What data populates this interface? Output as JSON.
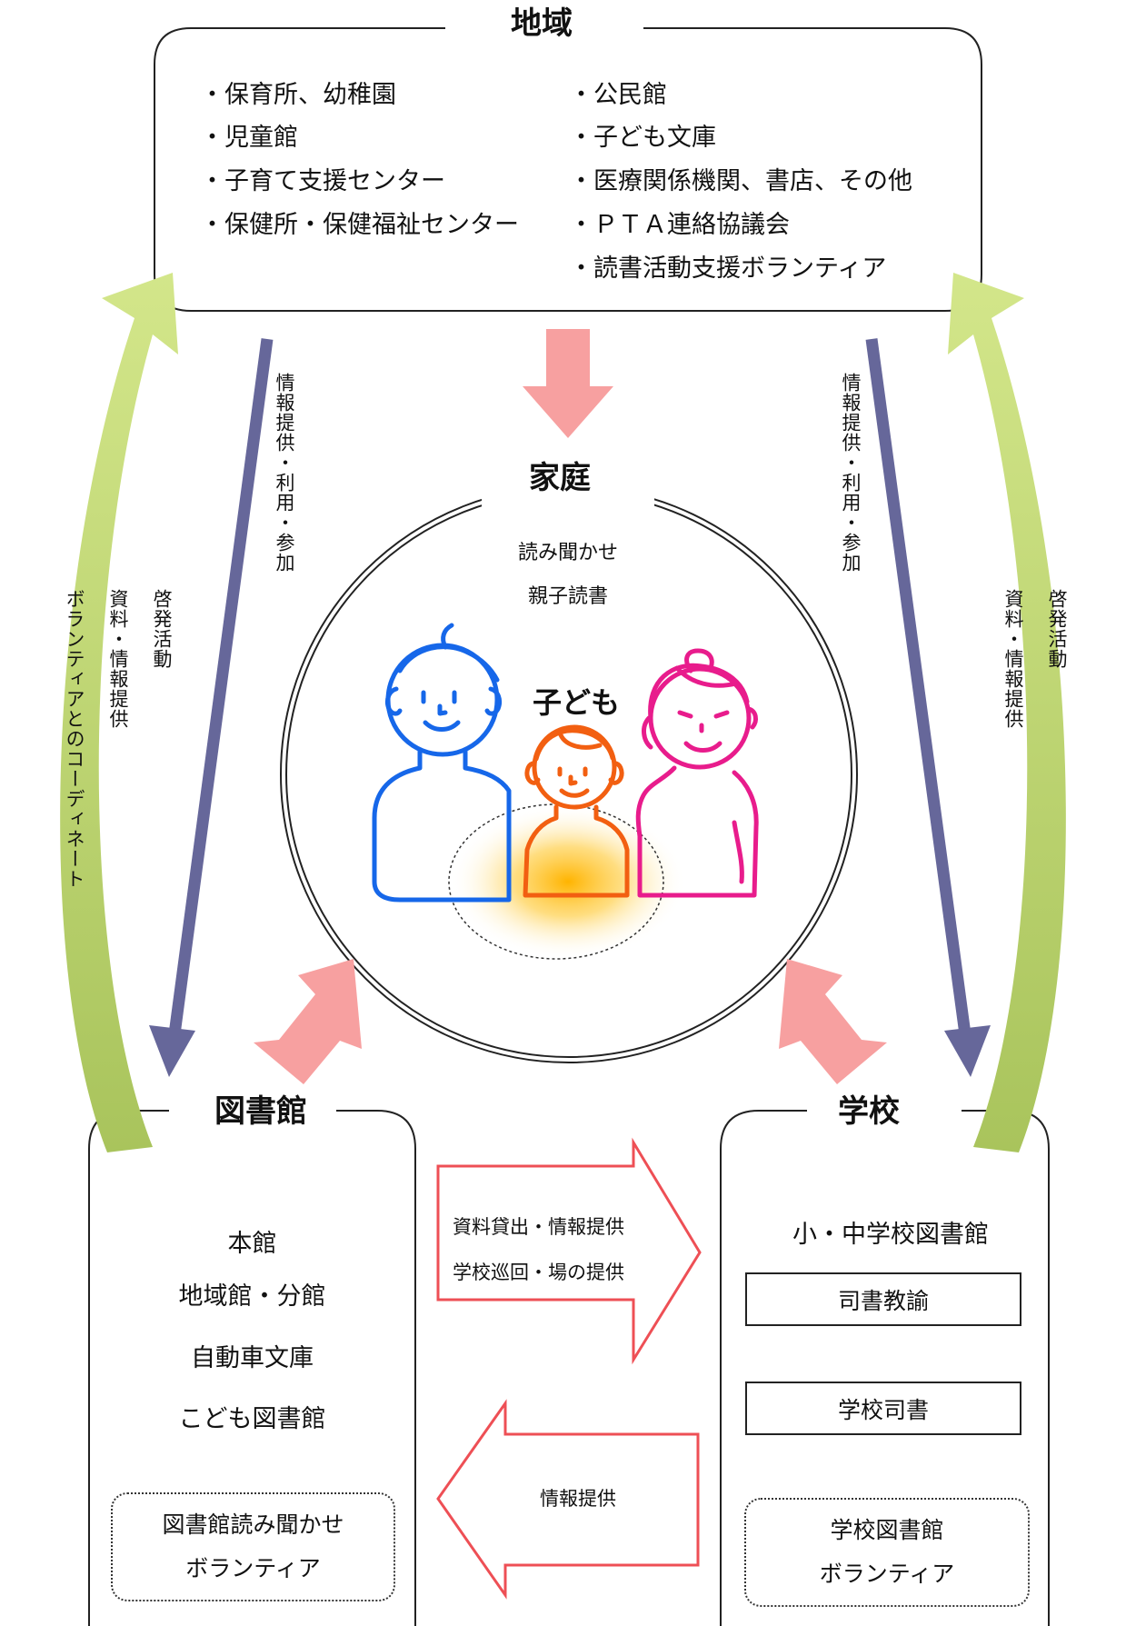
{
  "community": {
    "title": "地域",
    "left_items": [
      "・保育所、幼稚園",
      "・児童館",
      "・子育て支援センター",
      "・保健所・保健福祉センター"
    ],
    "right_items": [
      "・公民館",
      "・子ども文庫",
      "・医療関係機関、書店、その他",
      "・ＰＴＡ連絡協議会",
      "・読書活動支援ボランティア"
    ]
  },
  "home": {
    "title": "家庭",
    "activities": [
      "読み聞かせ",
      "親子読書"
    ],
    "child_label": "子ども"
  },
  "library": {
    "title": "図書館",
    "items": [
      "本館",
      "地域館・分館",
      "自動車文庫",
      "こども図書館"
    ],
    "volunteer_line1": "図書館読み聞かせ",
    "volunteer_line2": "ボランティア"
  },
  "school": {
    "title": "学校",
    "libraries": "小・中学校図書館",
    "teacher_librarian": "司書教諭",
    "school_librarian": "学校司書",
    "volunteer_line1": "学校図書館",
    "volunteer_line2": "ボランティア"
  },
  "flows": {
    "left_info": "情報提供・利用・参加",
    "right_info": "情報提供・利用・参加",
    "left_outer_1": "啓発活動",
    "left_outer_2": "資料・情報提供",
    "left_outer_3": "ボランティアとのコーディネート",
    "right_outer_1": "啓発活動",
    "right_outer_2": "資料・情報提供",
    "lib_to_school_1": "資料貸出・情報提供",
    "lib_to_school_2": "学校巡回・場の提供",
    "school_to_lib": "情報提供"
  },
  "colors": {
    "navy_arrow": "#66679a",
    "pink_arrow": "#f7a0a0",
    "green_arrow": "#c5dc7a",
    "red_outline": "#ee4f55",
    "father": "#1667e9",
    "mother": "#e81c8c",
    "child": "#f25f11"
  }
}
